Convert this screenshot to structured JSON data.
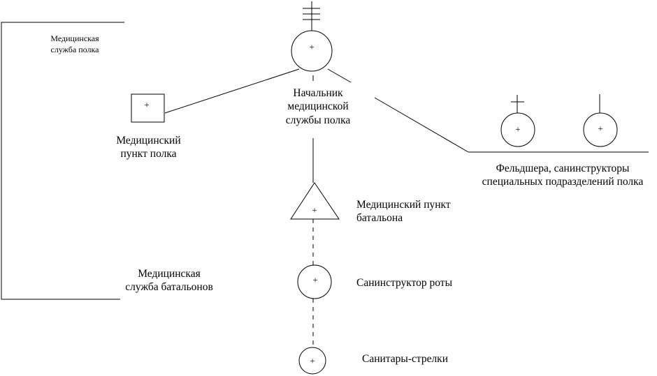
{
  "labels": {
    "regiment_medical_service": [
      "Медицинская",
      "служба полка"
    ],
    "chief": [
      "Начальник",
      "медицинской",
      "службы полка"
    ],
    "regiment_aid_post": [
      "Медицинский",
      "пункт полка"
    ],
    "paramedics": [
      "Фельдшера, санинструкторы",
      "специальных подразделений полка"
    ],
    "battalion_aid_post": [
      "Медицинский пункт",
      "батальона"
    ],
    "battalion_medical_service": [
      "Медицинская",
      "служба батальонов"
    ],
    "company_instructor": "Санинструктор роты",
    "rifle_orderlies": "Санитары-стрелки"
  },
  "symbol_mark": "+",
  "colors": {
    "line": "#000000",
    "background": "#ffffff"
  }
}
